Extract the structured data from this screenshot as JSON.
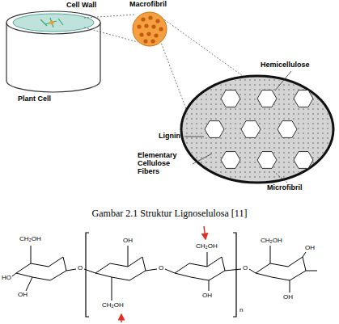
{
  "diagram": {
    "caption": "Gambar 2.1 Struktur Lignoselulosa [11]",
    "labels": [
      "Cell Wall",
      "Macrofibril",
      "Plant Cell",
      "Hemicellulose",
      "Lignin",
      "Elementary Cellulose Fibers",
      "Microfibril",
      "CH₂OH",
      "HO",
      "OH",
      "O",
      "OH",
      "CH₂OH",
      "O",
      "CH₂OH",
      "OH",
      "O",
      "CH₂OH",
      "OH",
      "OH",
      "n"
    ]
  }
}
